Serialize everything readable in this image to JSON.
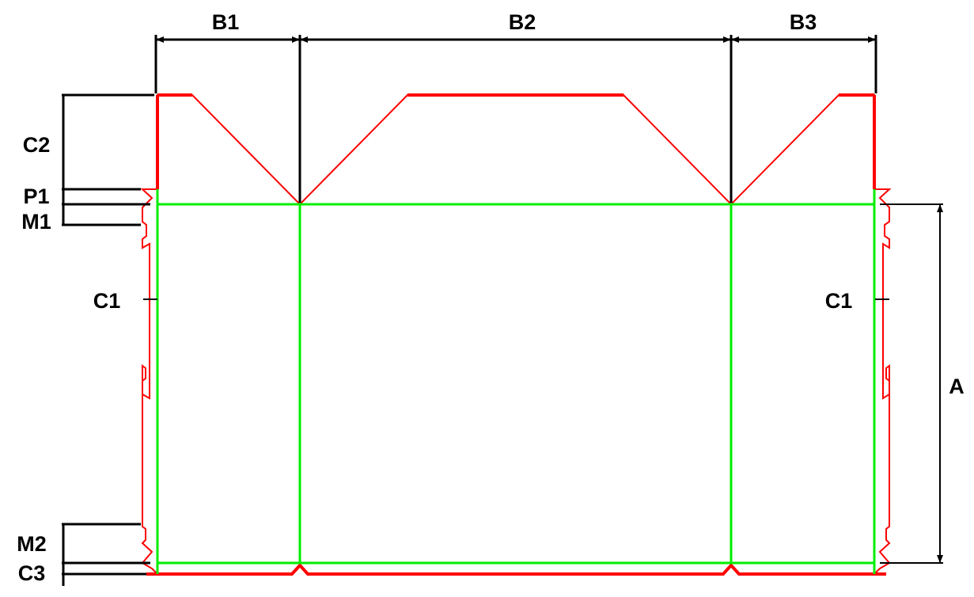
{
  "diagram": {
    "colors": {
      "cut_line": "#ff0000",
      "fold_line": "#00ee00",
      "dimension_line": "#000000",
      "background": "#ffffff"
    },
    "labels": {
      "b1": "B1",
      "b2": "B2",
      "b3": "B3",
      "c2": "C2",
      "p1": "P1",
      "m1": "M1",
      "c1_left": "C1",
      "c1_right": "C1",
      "a": "A",
      "m2": "M2",
      "c3": "C3"
    }
  }
}
